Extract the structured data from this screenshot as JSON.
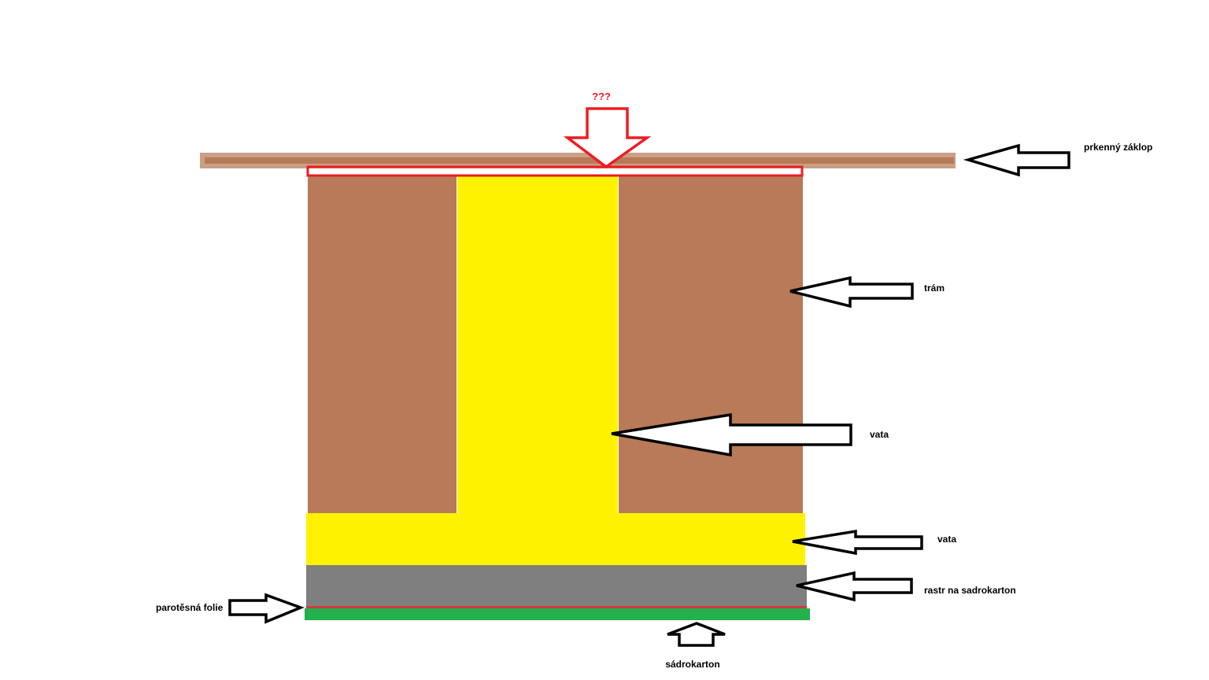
{
  "labels": {
    "question": "???",
    "boarding": "prkenný záklop",
    "beam": "trám",
    "insulation_between": "vata",
    "insulation_below": "vata",
    "grid": "rastr na sadrokarton",
    "vapor_barrier": "parotěsná folie",
    "drywall": "sádrokarton"
  },
  "colors": {
    "board_outer": "#C99F86",
    "board_inner": "#B77A57",
    "beam": "#B87A58",
    "insulation": "#FFF200",
    "grid": "#7F7F7F",
    "vapor_barrier": "#D03A3A",
    "drywall": "#22B14C",
    "highlight": "#ED1C24",
    "arrow": "#000000",
    "background": "#FFFFFF"
  }
}
